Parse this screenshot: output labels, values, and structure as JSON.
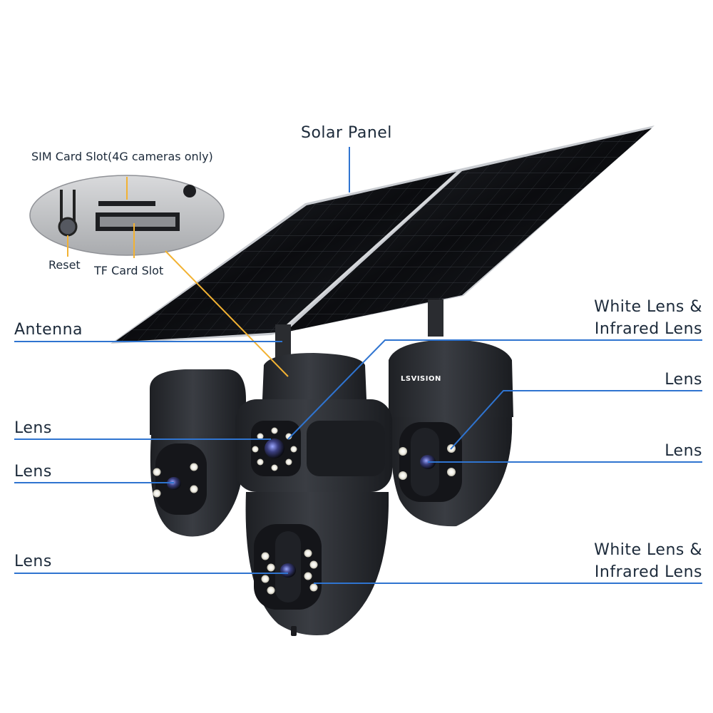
{
  "brand": "LSVISION",
  "callouts": {
    "solar_panel": "Solar Panel",
    "sim_slot": "SIM Card Slot(4G cameras only)",
    "reset": "Reset",
    "tf_slot": "TF Card Slot",
    "antenna": "Antenna",
    "white_ir_top_1": "White Lens &",
    "white_ir_top_2": "Infrared Lens",
    "lens_right_top": "Lens",
    "lens_left_1": "Lens",
    "lens_right_mid": "Lens",
    "lens_left_2": "Lens",
    "white_ir_bottom_1": "White Lens &",
    "white_ir_bottom_2": "Infrared Lens",
    "lens_left_3": "Lens"
  },
  "colors": {
    "leader_blue": "#2f74d0",
    "leader_orange": "#f2b233",
    "camera_body": "#2c2f34",
    "panel": "#0f1114"
  }
}
